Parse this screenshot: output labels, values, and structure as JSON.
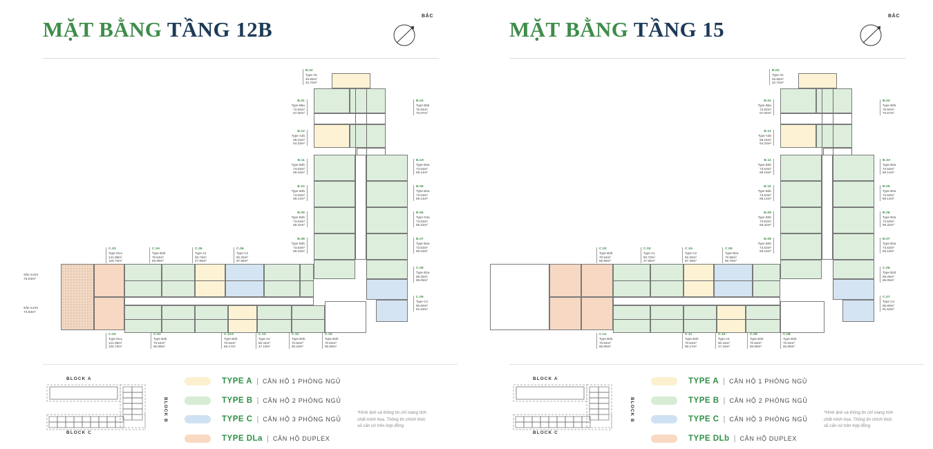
{
  "panels": [
    {
      "id": "floor-12b",
      "title_green": "MẶT BẰNG",
      "title_navy": "TẦNG 12B",
      "compass_label": "BẮC",
      "gardens": [
        {
          "name": "Sân vườn",
          "area": "73.03m²"
        },
        {
          "name": "Sân vườn",
          "area": "73.83m²"
        }
      ],
      "units": [
        {
          "code": "B.02",
          "type": "Type A5",
          "a1": "45.65m²",
          "a2": "42.70m²"
        },
        {
          "code": "B.01",
          "type": "Type B5a",
          "a1": "72.82m²",
          "a2": "67.05m²"
        },
        {
          "code": "B.03",
          "type": "Type B5b",
          "a1": "75.94m²",
          "a2": "70.67m²"
        },
        {
          "code": "B.12",
          "type": "Type A3b",
          "a1": "58.15m²",
          "a2": "54.33m²"
        },
        {
          "code": "B.11",
          "type": "Type B4b",
          "a1": "73.53m²",
          "a2": "69.16m²"
        },
        {
          "code": "B.3A",
          "type": "Type B4a",
          "a1": "73.53m²",
          "a2": "69.14m²"
        },
        {
          "code": "B.10",
          "type": "Type B4b",
          "a1": "73.53m²",
          "a2": "69.14m²"
        },
        {
          "code": "B.05",
          "type": "Type B4a",
          "a1": "73.53m²",
          "a2": "69.14m²"
        },
        {
          "code": "B.09",
          "type": "Type B4b",
          "a1": "73.53m²",
          "a2": "69.32m²"
        },
        {
          "code": "B.06",
          "type": "Type D4a",
          "a1": "73.53m²",
          "a2": "69.32m²"
        },
        {
          "code": "B.08",
          "type": "Type B4b",
          "a1": "73.53m²",
          "a2": "69.16m²"
        },
        {
          "code": "B.07",
          "type": "Type B4a",
          "a1": "73.53m²",
          "a2": "69.16m²"
        },
        {
          "code": "C.03",
          "type": "Type DLa",
          "a1": "141.08m²",
          "a2": "126.73m²"
        },
        {
          "code": "C.3A",
          "type": "Type B2b",
          "a1": "70.54m²",
          "a2": "65.99m²"
        },
        {
          "code": "C.05",
          "type": "Type A1",
          "a1": "50.73m²",
          "a2": "47.95m²"
        },
        {
          "code": "C.06",
          "type": "Type C2",
          "a1": "92.32m²",
          "a2": "87.58m²"
        },
        {
          "code": "C.08",
          "type": "Type B2a",
          "a1": "69.25m²",
          "a2": "65.05m²"
        },
        {
          "code": "C.09",
          "type": "Type C4",
          "a1": "85.80m²",
          "a2": "81.53m²"
        },
        {
          "code": "C.02",
          "type": "Type DLa",
          "a1": "141.08m²",
          "a2": "126.73m²"
        },
        {
          "code": "C.01",
          "type": "Type B2b",
          "a1": "70.54m²",
          "a2": "65.99m²"
        },
        {
          "code": "C.12A",
          "type": "Type B2b",
          "a1": "70.54m²",
          "a2": "66.17m²"
        },
        {
          "code": "C.12",
          "type": "Type A4",
          "a1": "50.44m²",
          "a2": "47.19m²"
        },
        {
          "code": "C.11",
          "type": "Type B2b",
          "a1": "70.54m²",
          "a2": "66.18m²"
        },
        {
          "code": "C.10",
          "type": "Type B2b",
          "a1": "70.54m²",
          "a2": "65.99m²"
        }
      ],
      "keyplan": {
        "block_a": "BLOCK A",
        "block_b": "BLOCK B",
        "block_c": "BLOCK C"
      },
      "legend": [
        {
          "key": "a",
          "type": "TYPE A",
          "sep": "|",
          "desc": "CĂN HỘ 1 PHÒNG NGỦ"
        },
        {
          "key": "b",
          "type": "TYPE B",
          "sep": "|",
          "desc": "CĂN HỘ 2 PHÒNG NGỦ"
        },
        {
          "key": "c",
          "type": "TYPE C",
          "sep": "|",
          "desc": "CĂN HỘ 3 PHÒNG NGỦ"
        },
        {
          "key": "d",
          "type": "TYPE DLa",
          "sep": "|",
          "desc": "CĂN HỘ DUPLEX"
        }
      ],
      "disclaimer": [
        "*Hình ảnh và thông tin chỉ mang tính",
        "chất minh họa. Thông tin chính thức",
        "sẽ căn cứ trên hợp đồng"
      ]
    },
    {
      "id": "floor-15",
      "title_green": "MẶT BẰNG",
      "title_navy": "TẦNG 15",
      "compass_label": "BẮC",
      "gardens": [],
      "units": [
        {
          "code": "B.02",
          "type": "Type A5",
          "a1": "45.65m²",
          "a2": "42.70m²"
        },
        {
          "code": "B.01",
          "type": "Type B5a",
          "a1": "72.82m²",
          "a2": "67.05m²"
        },
        {
          "code": "B.03",
          "type": "Type B5b",
          "a1": "75.94m²",
          "a2": "70.67m²"
        },
        {
          "code": "B.12",
          "type": "Type A3b",
          "a1": "58.15m²",
          "a2": "54.33m²"
        },
        {
          "code": "B.11",
          "type": "Type B4b",
          "a1": "73.53m²",
          "a2": "69.16m²"
        },
        {
          "code": "B.3A",
          "type": "Type B4a",
          "a1": "73.53m²",
          "a2": "69.14m²"
        },
        {
          "code": "B.10",
          "type": "Type B4b",
          "a1": "73.53m²",
          "a2": "69.14m²"
        },
        {
          "code": "B.05",
          "type": "Type B4a",
          "a1": "73.53m²",
          "a2": "69.14m²"
        },
        {
          "code": "B.09",
          "type": "Type B4b",
          "a1": "73.53m²",
          "a2": "69.32m²"
        },
        {
          "code": "B.06",
          "type": "Type B4a",
          "a1": "73.53m²",
          "a2": "69.32m²"
        },
        {
          "code": "B.08",
          "type": "Type B4b",
          "a1": "73.53m²",
          "a2": "69.16m²"
        },
        {
          "code": "B.07",
          "type": "Type B4a",
          "a1": "73.53m²",
          "a2": "69.16m²"
        },
        {
          "code": "C.02",
          "type": "Type B2b",
          "a1": "70.54m²",
          "a2": "65.99m²"
        },
        {
          "code": "C.03",
          "type": "Type A1",
          "a1": "50.73m²",
          "a2": "47.95m²"
        },
        {
          "code": "C.3A",
          "type": "Type C2",
          "a1": "92.32m²",
          "a2": "87.28m²"
        },
        {
          "code": "C.05",
          "type": "Type B2a",
          "a1": "70.96m²",
          "a2": "66.78m²"
        },
        {
          "code": "C.06",
          "type": "Type B2d",
          "a1": "69.25m²",
          "a2": "65.05m²"
        },
        {
          "code": "C.07",
          "type": "Type C4",
          "a1": "85.80m²",
          "a2": "81.53m²"
        },
        {
          "code": "C.01",
          "type": "Type B2b",
          "a1": "70.54m²",
          "a2": "65.99m²"
        },
        {
          "code": "C.11",
          "type": "Type B2b",
          "a1": "70.54m²",
          "a2": "66.17m²"
        },
        {
          "code": "C.10",
          "type": "Type A4",
          "a1": "50.44m²",
          "a2": "47.19m²"
        },
        {
          "code": "C.09",
          "type": "Type B2b",
          "a1": "70.54m²",
          "a2": "66.99m²"
        },
        {
          "code": "C.08",
          "type": "Type B2b",
          "a1": "70.54m²",
          "a2": "65.99m²"
        }
      ],
      "keyplan": {
        "block_a": "BLOCK A",
        "block_b": "BLOCK B",
        "block_c": "BLOCK C"
      },
      "legend": [
        {
          "key": "a",
          "type": "TYPE A",
          "sep": "|",
          "desc": "CĂN HỘ 1 PHÒNG NGỦ"
        },
        {
          "key": "b",
          "type": "TYPE B",
          "sep": "|",
          "desc": "CĂN HỘ 2 PHÒNG NGỦ"
        },
        {
          "key": "c",
          "type": "TYPE C",
          "sep": "|",
          "desc": "CĂN HỘ 3 PHÒNG NGỦ"
        },
        {
          "key": "d",
          "type": "TYPE DLb",
          "sep": "|",
          "desc": "CĂN HỘ DUPLEX"
        }
      ],
      "disclaimer": [
        "*Hình ảnh và thông tin chỉ mang tính",
        "chất minh họa. Thông tin chính thức",
        "sẽ căn cứ trên hợp đồng"
      ]
    }
  ],
  "colors": {
    "type_a": "#fcf0cf",
    "type_b": "#d7ecd5",
    "type_c": "#cfe2f3",
    "type_dl": "#fad9c3",
    "title_green": "#3f8c4a",
    "title_navy": "#1d3a57",
    "label_green": "#3f8c4a"
  }
}
